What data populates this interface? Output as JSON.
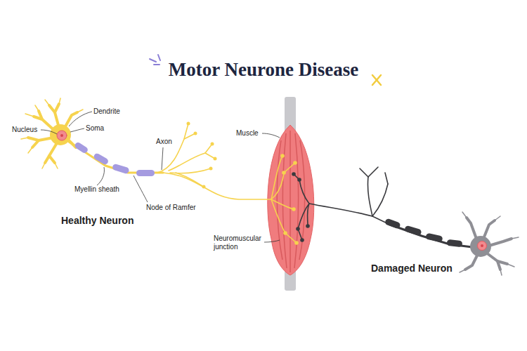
{
  "diagram": {
    "title": "Motor Neurone Disease",
    "labels": [
      "Dendrite",
      "Nucleus",
      "Soma",
      "Axon",
      "Myellin sheath",
      "Node of Ramfer",
      "Healthy Neuron",
      "Muscle",
      "Neuromuscular junction",
      "Damaged Neuron"
    ]
  }
}
